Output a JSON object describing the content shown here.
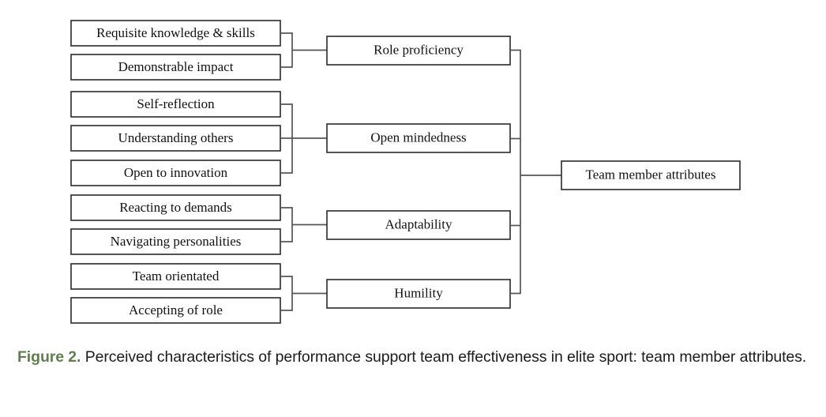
{
  "figure": {
    "caption_label": "Figure 2.",
    "caption_text": " Perceived characteristics of performance support team effectiveness in elite sport: team member attributes.",
    "label_color": "#5f7f4d",
    "text_color": "#1b1b1b"
  },
  "diagram": {
    "type": "hierarchy-bracket",
    "orientation": "left-to-right",
    "box_fill": "#ffffff",
    "box_stroke": "#2a2a2a",
    "connector_stroke": "#555555",
    "root": {
      "label": "Team member attributes"
    },
    "groups": [
      {
        "category": "Role proficiency",
        "items": [
          "Requisite knowledge & skills",
          "Demonstrable impact"
        ]
      },
      {
        "category": "Open mindedness",
        "items": [
          "Self-reflection",
          "Understanding others",
          "Open to innovation"
        ]
      },
      {
        "category": "Adaptability",
        "items": [
          "Reacting to demands",
          "Navigating personalities"
        ]
      },
      {
        "category": "Humility",
        "items": [
          "Team orientated",
          "Accepting of role"
        ]
      }
    ]
  }
}
